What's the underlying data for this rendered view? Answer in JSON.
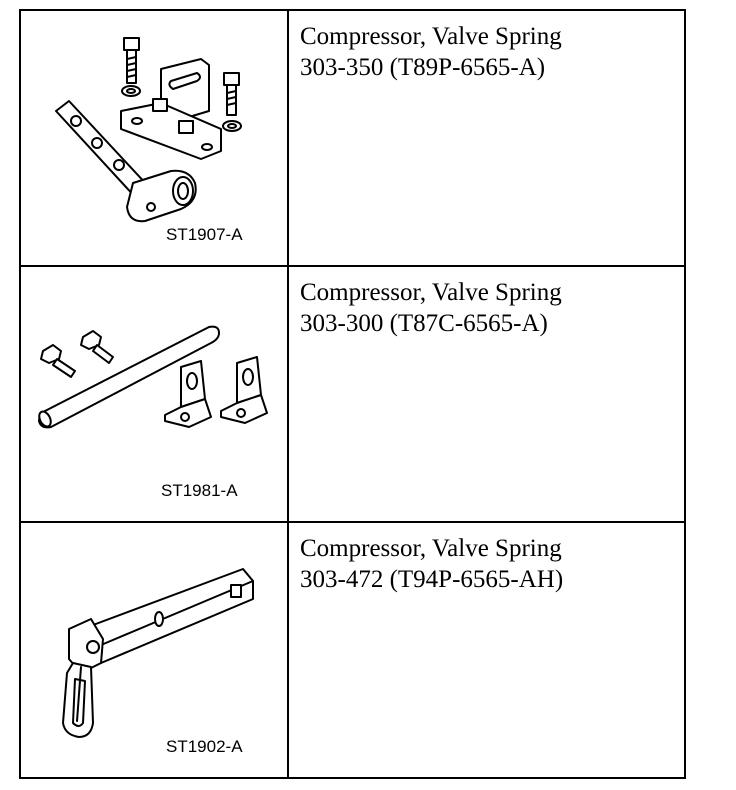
{
  "tools": [
    {
      "name": "Compressor, Valve Spring",
      "part_number": "303-350 (T89P-6565-A)",
      "illustration_code": "ST1907-A",
      "illustration_icon": "valve-spring-compressor-bracket-icon"
    },
    {
      "name": "Compressor, Valve Spring",
      "part_number": "303-300 (T87C-6565-A)",
      "illustration_code": "ST1981-A",
      "illustration_icon": "valve-spring-compressor-rod-icon"
    },
    {
      "name": "Compressor, Valve Spring",
      "part_number": "303-472 (T94P-6565-AH)",
      "illustration_code": "ST1902-A",
      "illustration_icon": "valve-spring-compressor-lever-icon"
    }
  ]
}
